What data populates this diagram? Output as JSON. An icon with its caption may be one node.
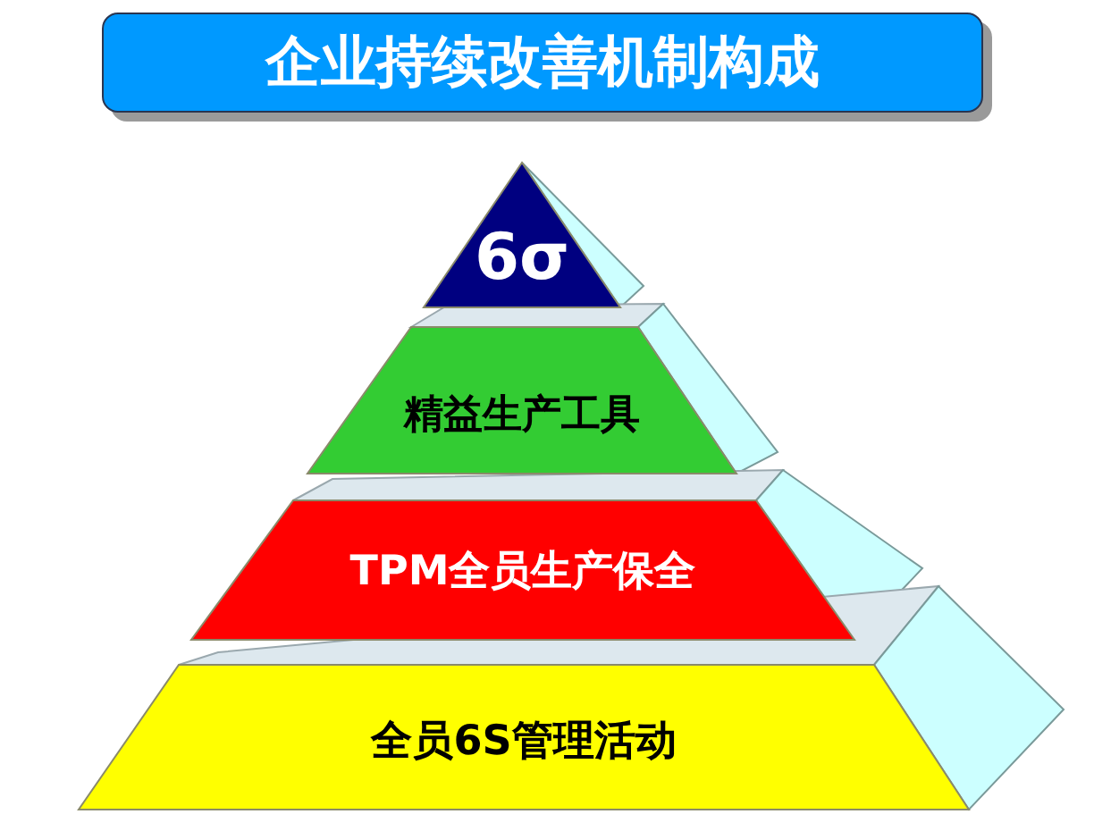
{
  "diagram": {
    "title": "企业持续改善机制构成",
    "nodes": [
      {
        "text": [
          "6σ"
        ]
      },
      {
        "text": [
          "精益生产工具"
        ]
      },
      {
        "text": [
          "TPM全员生产保全"
        ]
      },
      {
        "text": [
          "全员6S管理活动"
        ]
      }
    ]
  }
}
